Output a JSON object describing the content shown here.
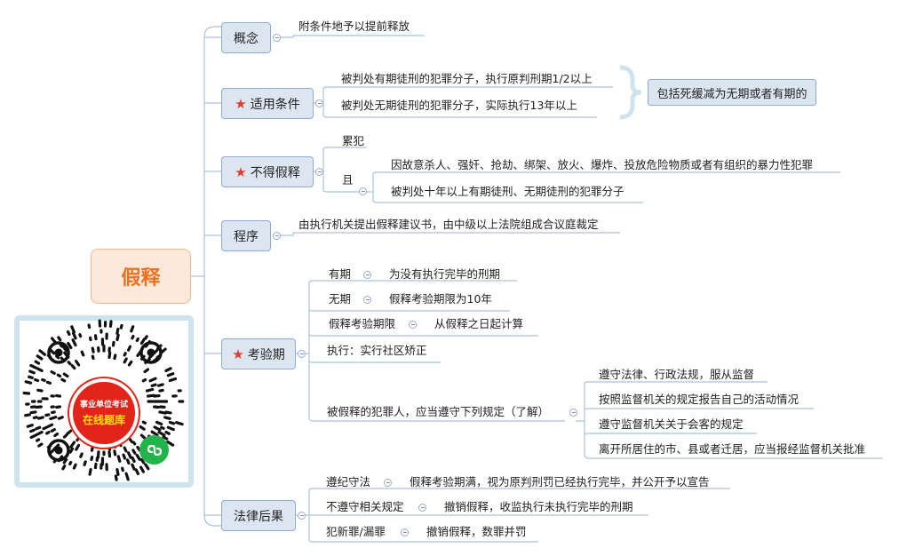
{
  "root": "假释",
  "branches": {
    "concept": {
      "label": "概念",
      "items": [
        "附条件地予以提前释放"
      ]
    },
    "conditions": {
      "label": "适用条件",
      "items": [
        "被判处有期徒刑的犯罪分子，执行原判刑期1/2以上",
        "被判处无期徒刑的犯罪分子，实际执行13年以上"
      ],
      "note": "包括死缓减为无期或者有期的"
    },
    "exclusions": {
      "label": "不得假释",
      "recidivist": "累犯",
      "and_label": "且",
      "and_items": [
        "因故意杀人、强奸、抢劫、绑架、放火、爆炸、投放危险物质或者有组织的暴力性犯罪",
        "被判处十年以上有期徒刑、无期徒刑的犯罪分子"
      ]
    },
    "procedure": {
      "label": "程序",
      "items": [
        "由执行机关提出假释建议书，由中级以上法院组成合议庭裁定"
      ]
    },
    "probation": {
      "label": "考验期",
      "rows": [
        {
          "k": "有期",
          "v": "为没有执行完毕的刑期"
        },
        {
          "k": "无期",
          "v": "假释考验期限为10年"
        },
        {
          "k": "假释考验期限",
          "v": "从假释之日起计算"
        }
      ],
      "execution": "执行：实行社区矫正",
      "rules_label": "被假释的犯罪人，应当遵守下列规定（了解）",
      "rules": [
        "遵守法律、行政法规，服从监督",
        "按照监督机关的规定报告自己的活动情况",
        "遵守监督机关关于会客的规定",
        "离开所居住的市、县或者迁居，应当报经监督机关批准"
      ]
    },
    "consequences": {
      "label": "法律后果",
      "rows": [
        {
          "k": "遵纪守法",
          "v": "假释考验期满，视为原判刑罚已经执行完毕，并公开予以宣告"
        },
        {
          "k": "不遵守相关规定",
          "v": "撤销假释，收监执行未执行完毕的刑期"
        },
        {
          "k": "犯新罪/漏罪",
          "v": "撤销假释，数罪并罚"
        }
      ]
    }
  },
  "qr": {
    "line1": "事业单位考试",
    "line2": "在线题库"
  },
  "colors": {
    "line": "#a8c4e0",
    "accent": "#f07020",
    "star": "#e03b2f",
    "badge": "#e3241b",
    "brace": "#cfe3ee",
    "wechat": "#22b34a"
  }
}
